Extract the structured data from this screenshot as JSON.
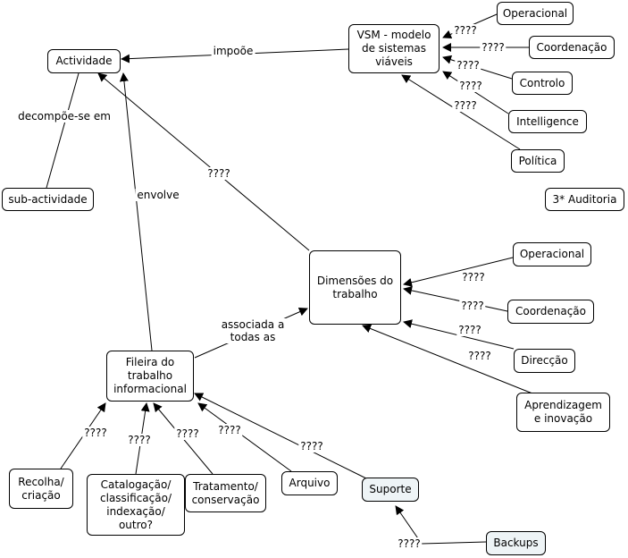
{
  "nodes": {
    "actividade": "Actividade",
    "vsm": "VSM - modelo\nde sistemas\nviáveis",
    "vsm_operacional": "Operacional",
    "vsm_coordenacao": "Coordenação",
    "vsm_controlo": "Controlo",
    "vsm_intelligence": "Intelligence",
    "vsm_politica": "Política",
    "auditoria": "3* Auditoria",
    "sub_actividade": "sub-actividade",
    "dimensoes": "Dimensões do\ntrabalho",
    "dim_operacional": "Operacional",
    "dim_coordenacao": "Coordenação",
    "dim_direccao": "Direcção",
    "dim_aprendizagem": "Aprendizagem\ne inovação",
    "fileira": "Fileira do\ntrabalho\ninformacional",
    "recolha": "Recolha/\ncriação",
    "catalogacao": "Catalogação/\nclassificação/\nindexação/\noutro?",
    "tratamento": "Tratamento/\nconservação",
    "arquivo": "Arquivo",
    "suporte": "Suporte",
    "backups": "Backups"
  },
  "links": {
    "impoe": "impoõe",
    "decompoe": "decompõe-se em",
    "envolve": "envolve",
    "associada": "associada a\ntodas as",
    "unknown": "????"
  }
}
